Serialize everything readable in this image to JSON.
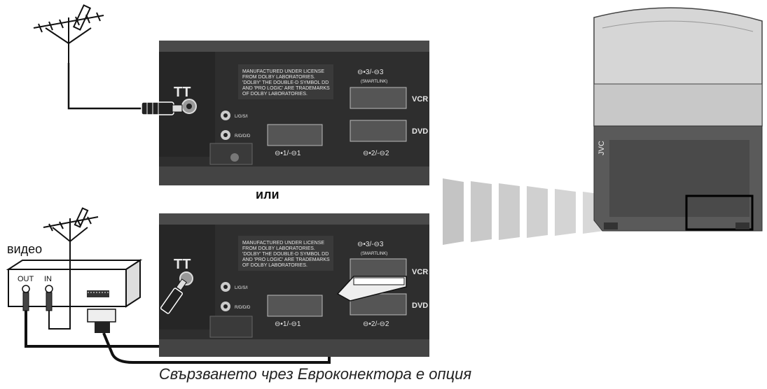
{
  "labels": {
    "or": "или",
    "video": "видео",
    "caption": "Свързването чрез Евроконектора е опция"
  },
  "panel": {
    "license": [
      "MANUFACTURED UNDER LICENSE",
      "FROM DOLBY LABORATORIES.",
      "'DOLBY' THE DOUBLE-D SYMBOL DD",
      "AND 'PRO LOGIC' ARE TRADEMARKS",
      "OF DOLBY LABORATORIES."
    ],
    "scart3": "⊖•3/-⊖3",
    "smartlink": "(SMARTLINK)",
    "vcr": "VCR",
    "dvd": "DVD",
    "scart1": "⊖•1/-⊖1",
    "scart2": "⊖•2/-⊖2",
    "audio_l": "L/G/S/I",
    "audio_r": "R/D/D/D"
  },
  "vcr_device": {
    "out": "OUT",
    "in": "IN"
  },
  "tv": {
    "brand": "JVC"
  }
}
